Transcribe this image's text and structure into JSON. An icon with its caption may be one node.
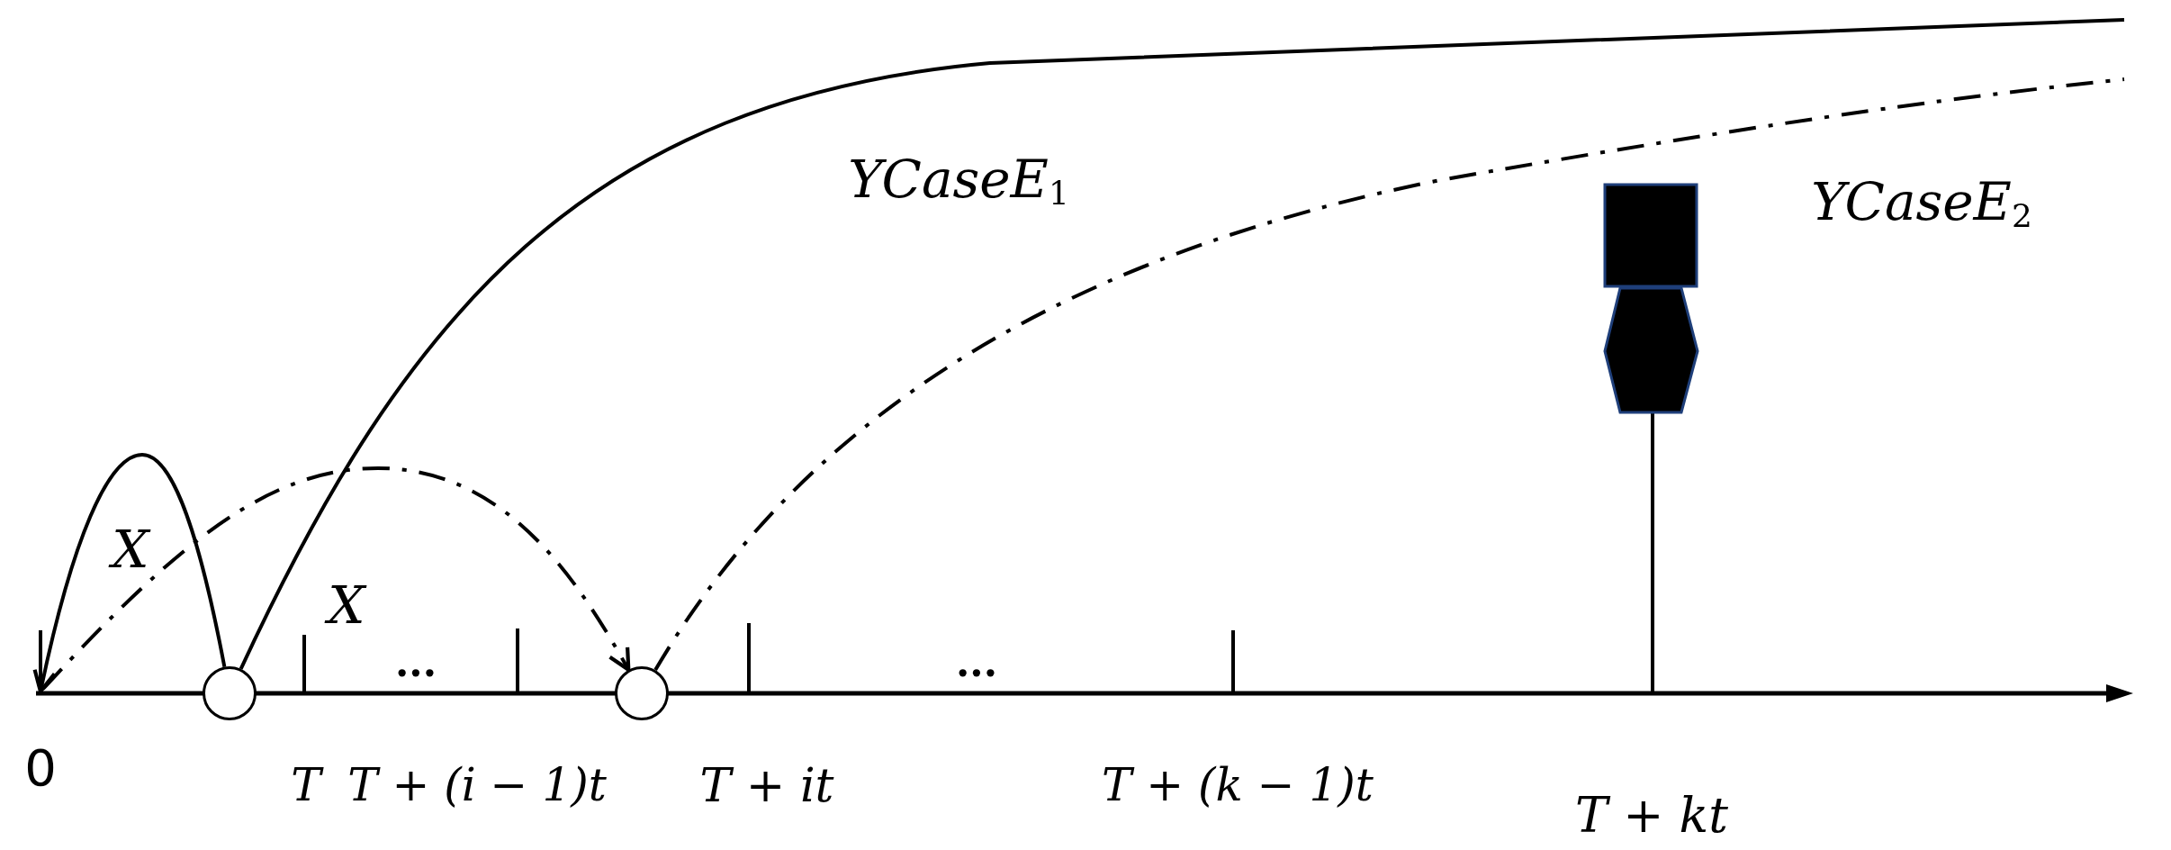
{
  "diagram": {
    "nodes": [
      {
        "text": [],
        "shape": "circle"
      },
      {
        "text": [],
        "shape": "circle"
      }
    ],
    "edges": [
      {
        "from": 0,
        "to": null,
        "arrow": "to",
        "label": "X"
      },
      {
        "from": null,
        "to": 1,
        "arrow": "to",
        "style": "dashed",
        "label": "X"
      },
      {
        "from": 0,
        "to": null,
        "arrow": "none",
        "label": "YCaseE$_{1}$"
      },
      {
        "from": 1,
        "to": null,
        "arrow": "none",
        "style": "dashed",
        "label": "YCaseE$_{2}$"
      }
    ],
    "labels": [
      "...",
      "...",
      "0",
      "T",
      "T + (i − 1)t",
      "T + it",
      "T + (k − 1)t",
      "T + kt"
    ]
  }
}
